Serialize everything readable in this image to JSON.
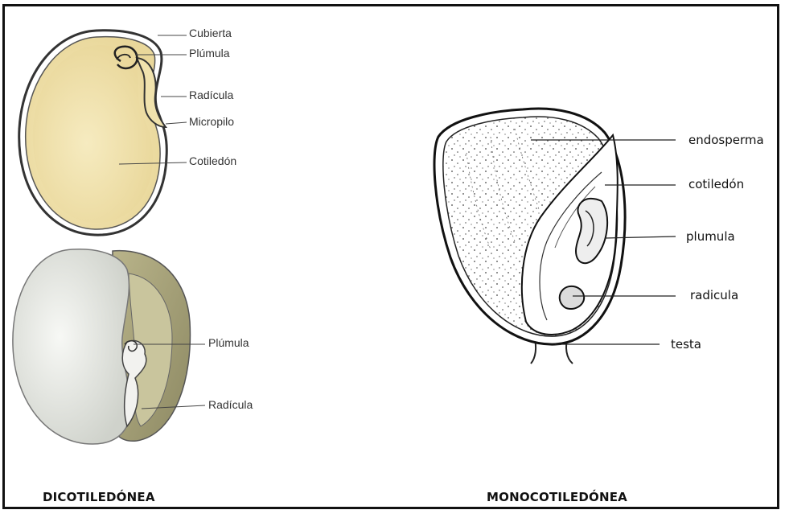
{
  "dicot": {
    "caption": "DICOTILEDÓNEA",
    "top_labels": {
      "cubierta": "Cubierta",
      "plumula": "Plúmula",
      "radicula": "Radícula",
      "micropilo": "Micropilo",
      "cotiledon": "Cotiledón"
    },
    "bottom_labels": {
      "plumula": "Plúmula",
      "radicula": "Radícula"
    }
  },
  "monocot": {
    "caption": "MONOCOTILEDÓNEA",
    "labels": {
      "endosperma": "endosperma",
      "cotiledon": "cotiledón",
      "plumula": "plumula",
      "radicula": "radicula",
      "testa": "testa"
    }
  },
  "colors": {
    "seed_fill": "#f3e6b4",
    "seed_coat": "#3a3a3a",
    "open_seed_white": "#eceeea",
    "open_seed_olive": "#a8a37a"
  }
}
